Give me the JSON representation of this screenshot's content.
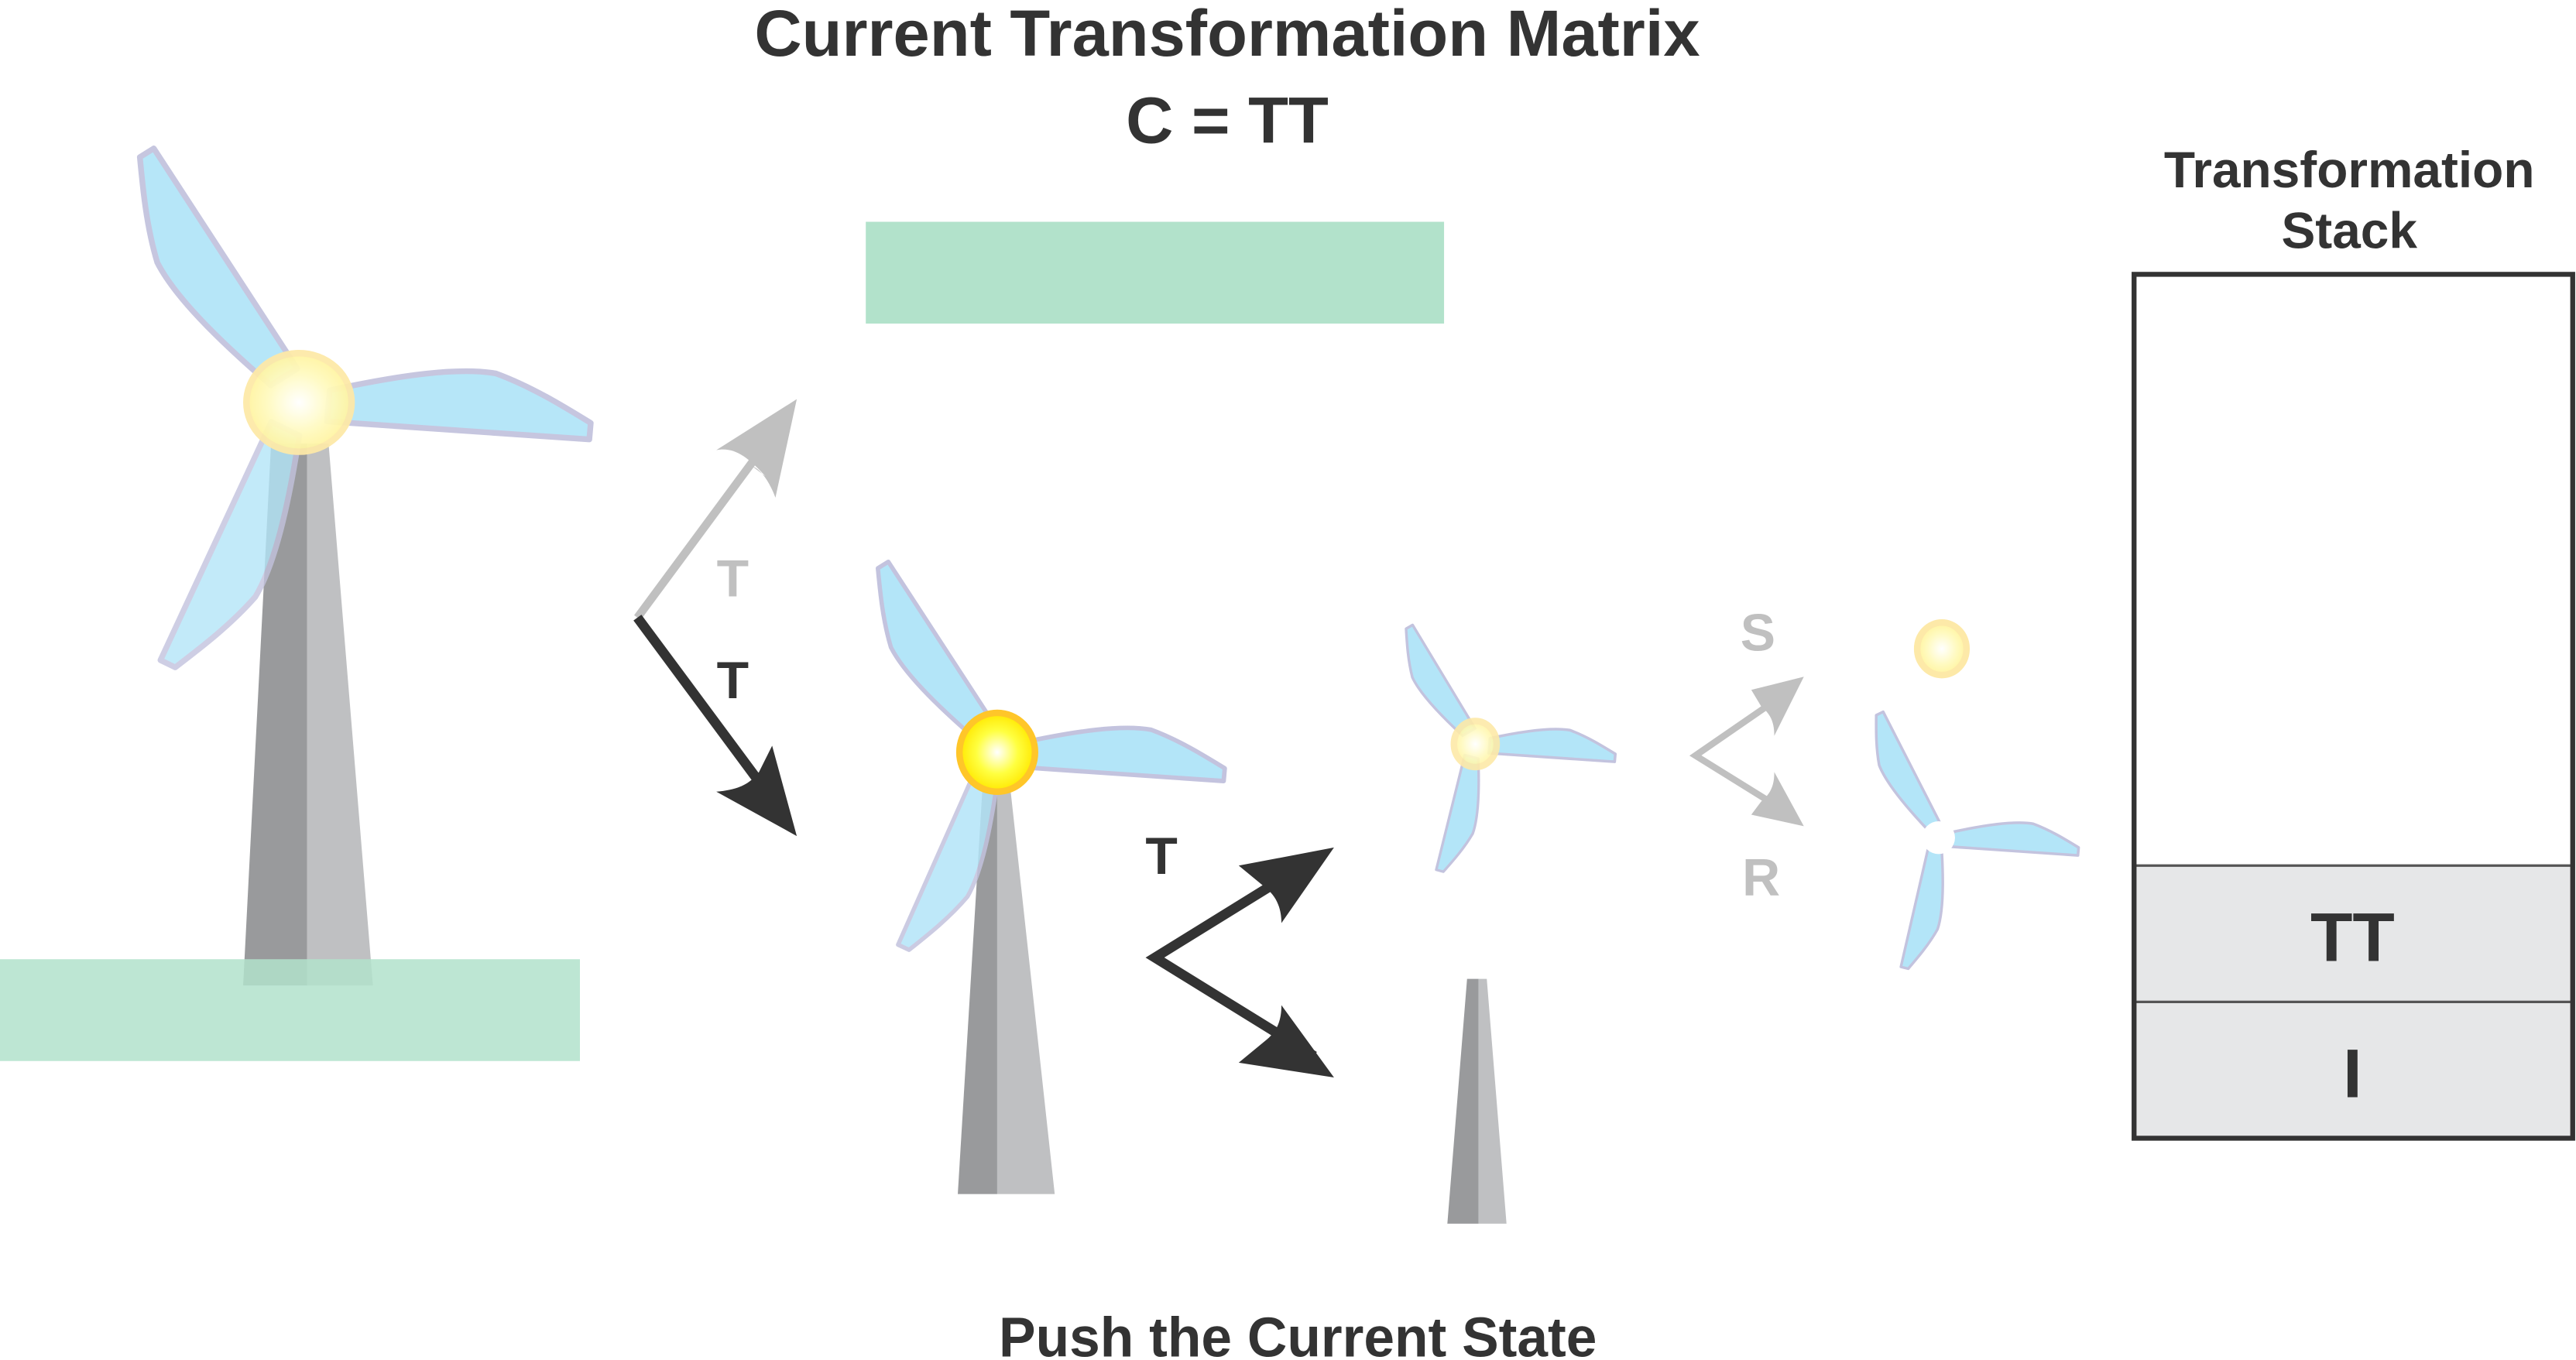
{
  "title": {
    "line1": "Current Transformation Matrix",
    "line2": "C = TT"
  },
  "caption": "Push the Current State",
  "arrows": {
    "first_light_label": "T",
    "first_dark_label": "T",
    "second_dark_label": "T",
    "scale_label": "S",
    "rotate_label": "R"
  },
  "stack": {
    "title_line1": "Transformation",
    "title_line2": "Stack",
    "entries": [
      "TT",
      "I"
    ]
  },
  "colors": {
    "ground": "#b2e2cb",
    "blade": "#b3e5f8",
    "blade_outline": "#c3c3de",
    "hub": "#fff7b0",
    "hub_ring_active": "#ffc629",
    "arrow_dark": "#333333",
    "arrow_light": "#c0c0c0",
    "stack_fill": "#e6e7e8"
  }
}
